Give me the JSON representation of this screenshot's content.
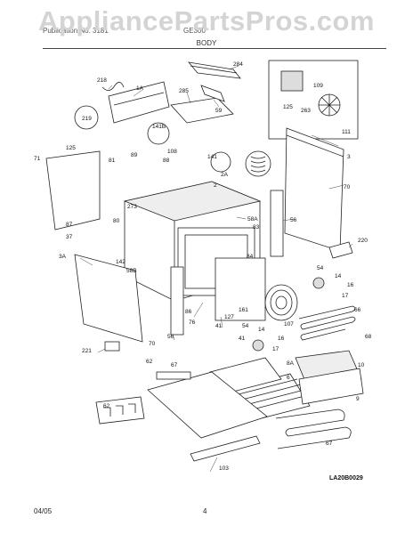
{
  "watermark": "AppliancePartsPros.com",
  "header": {
    "left": "Publication No. 3181",
    "mid": "GE300",
    "title": "BODY"
  },
  "footer": {
    "date": "04/05",
    "page": "4"
  },
  "diagram_code": "LA20B0029",
  "callouts": {
    "c284": "284",
    "c218": "218",
    "c1A": "1A",
    "c285": "285",
    "c59": "59",
    "c109": "109",
    "c125a": "125",
    "c263": "263",
    "c111": "111",
    "c219": "219",
    "c141B": "141B",
    "c108": "108",
    "c141": "141",
    "c89": "89",
    "c88": "88",
    "c3": "3",
    "c125b": "125",
    "c71": "71",
    "c81": "81",
    "c2A": "2A",
    "c2": "2",
    "c70a": "70",
    "c273": "273",
    "c56a": "56",
    "c80": "80",
    "c58A": "58A",
    "c83": "83",
    "c87": "87",
    "c37": "37",
    "c220": "220",
    "c3A": "3A",
    "c142": "142",
    "c58B": "58B",
    "c54a": "54",
    "c14a": "14",
    "c16a": "16",
    "c17a": "17",
    "c84": "84",
    "c86": "86",
    "c161": "161",
    "c66": "66",
    "c76": "76",
    "c127": "127",
    "c107": "107",
    "c41a": "41",
    "c41b": "41",
    "c56b": "56",
    "c54b": "54",
    "c14b": "14",
    "c16b": "16",
    "c17b": "17",
    "c68": "68",
    "c70b": "70",
    "c221": "221",
    "c62a": "62",
    "c67a": "67",
    "c8A": "8A",
    "c6": "6",
    "c10": "10",
    "c62b": "62",
    "c9": "9",
    "c67b": "67",
    "c103": "103"
  }
}
